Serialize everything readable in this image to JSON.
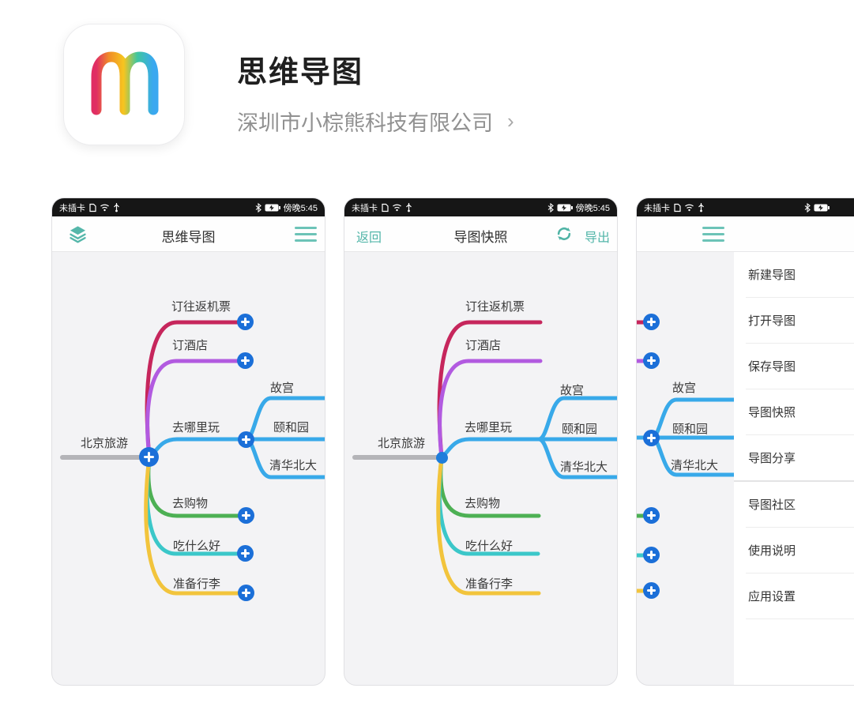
{
  "app_header": {
    "title": "思维导图",
    "developer": "深圳市小棕熊科技有限公司",
    "chevron": "›"
  },
  "status_bar": {
    "carrier": "未插卡",
    "time": "傍晚5:45"
  },
  "screen1": {
    "nav_title": "思维导图"
  },
  "screen2": {
    "back_label": "返回",
    "nav_title": "导图快照",
    "export_label": "导出"
  },
  "menu": {
    "items": [
      "新建导图",
      "打开导图",
      "保存导图",
      "导图快照",
      "导图分享",
      "导图社区",
      "使用说明",
      "应用设置"
    ]
  },
  "mindmap": {
    "root": "北京旅游",
    "root_line_color": "#b4b4b8",
    "branches": [
      {
        "label": "订往返机票",
        "color": "#c6265c"
      },
      {
        "label": "订酒店",
        "color": "#b25ae0"
      },
      {
        "label": "去哪里玩",
        "color": "#38a9e9",
        "children": [
          "故宫",
          "颐和园",
          "清华北大"
        ]
      },
      {
        "label": "去购物",
        "color": "#4db054"
      },
      {
        "label": "吃什么好",
        "color": "#3bc7c9"
      },
      {
        "label": "准备行李",
        "color": "#f2c43c"
      }
    ]
  },
  "colors": {
    "accent_teal": "#53b6a9",
    "plus_button_blue": "#1b6fd8",
    "canvas_gray": "#f3f3f5",
    "statusbar_black": "#161616"
  }
}
